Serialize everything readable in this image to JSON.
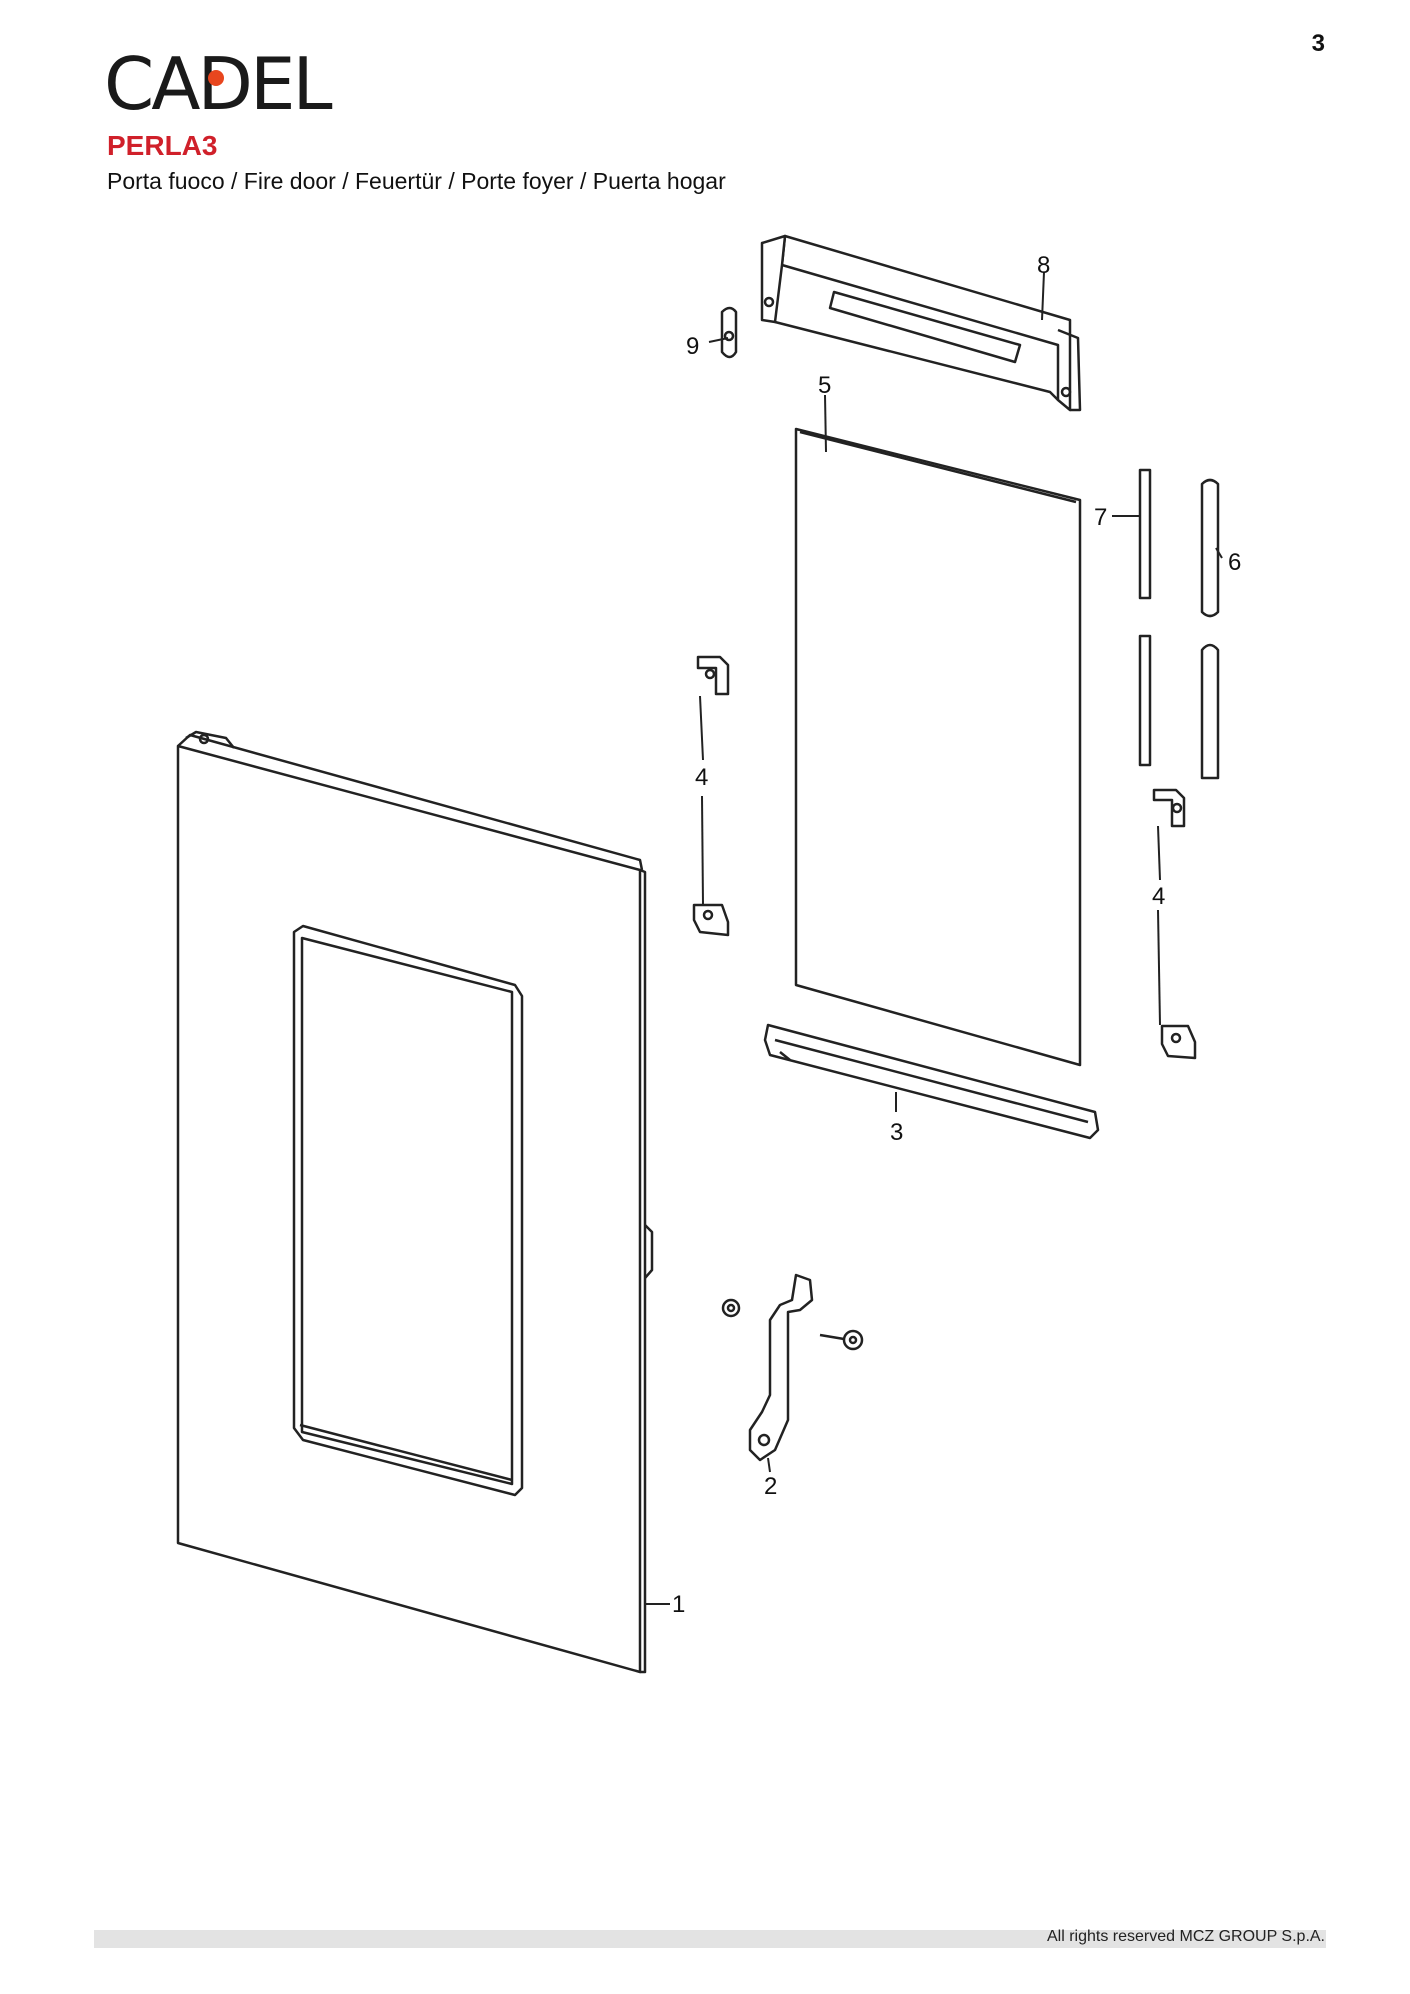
{
  "page_number": "3",
  "brand": {
    "logo_text_before": "CA",
    "logo_dot_letter": "D",
    "logo_text_after": "EL",
    "accent_color": "#e8461e"
  },
  "model": "PERLA3",
  "subtitle": "Porta fuoco / Fire door / Feuertür / Porte foyer / Puerta hogar",
  "title_color": "#d0202a",
  "callouts": {
    "c1": "1",
    "c2": "2",
    "c3": "3",
    "c4a": "4",
    "c4b": "4",
    "c5": "5",
    "c6": "6",
    "c7": "7",
    "c8": "8",
    "c9": "9"
  },
  "footer": "All rights reserved MCZ GROUP S.p.A."
}
